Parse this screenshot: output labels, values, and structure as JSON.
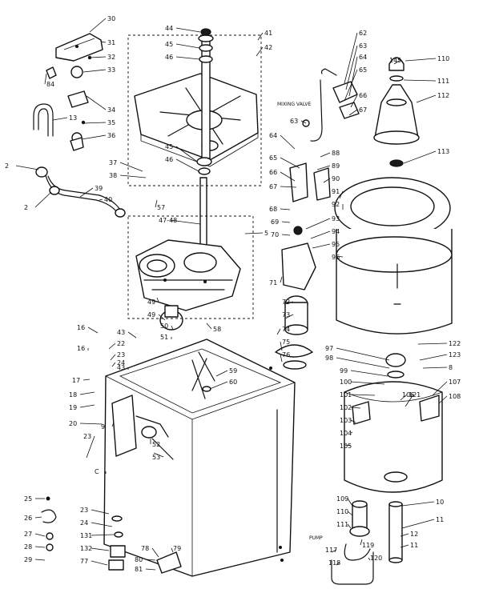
{
  "callouts": [
    "30",
    "31",
    "32",
    "33",
    "34",
    "35",
    "36",
    "13",
    "84",
    "2",
    "2",
    "39",
    "40",
    "44",
    "45",
    "46",
    "41",
    "42",
    "45",
    "46",
    "37",
    "38",
    "57",
    "47-48",
    "5",
    "49",
    "49",
    "50",
    "51",
    "16",
    "16",
    "22",
    "23",
    "24",
    "17",
    "18",
    "19",
    "20",
    "9",
    "23",
    "C",
    "43",
    "43",
    "58",
    "59",
    "60",
    "52",
    "53",
    "62",
    "63",
    "64",
    "65",
    "66",
    "67",
    "63",
    "64",
    "65",
    "66",
    "67",
    "68",
    "69",
    "70",
    "88",
    "89",
    "90",
    "91",
    "92",
    "93",
    "94",
    "95",
    "96",
    "71",
    "72",
    "73",
    "74",
    "75",
    "76",
    "145",
    "110",
    "111",
    "112",
    "113",
    "97",
    "98",
    "99",
    "100",
    "101",
    "102",
    "103",
    "104",
    "105",
    "106",
    "107",
    "108",
    "109",
    "110",
    "111",
    "117",
    "118",
    "119",
    "120",
    "121",
    "122",
    "123",
    "8",
    "10",
    "11",
    "12",
    "11",
    "25",
    "26",
    "27",
    "28",
    "29",
    "23",
    "24",
    "131",
    "132",
    "77",
    "78",
    "79",
    "80",
    "81"
  ],
  "notes": {
    "mixing_valve": "MIXING VALVE",
    "pump": "PUMP"
  }
}
